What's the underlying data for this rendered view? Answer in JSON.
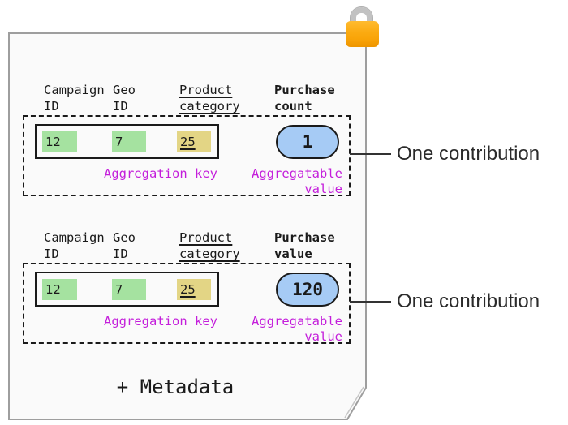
{
  "paper": {
    "fill": "#FAFAFA",
    "border_color": "#9E9E9E",
    "metadata_label": "+ Metadata"
  },
  "lock": {
    "body_color_top": "#FFBB30",
    "body_color_bottom": "#F89E00",
    "shackle_color": "#C2C2C2"
  },
  "colors": {
    "key_cell_green": "#A5E2A0",
    "key_cell_yellow": "#E3D585",
    "value_pill_blue": "#A6CBF5",
    "annotation_magenta": "#C41EDB",
    "outline_black": "#1A1A1A"
  },
  "sections": [
    {
      "headers": [
        {
          "label": "Campaign\nID"
        },
        {
          "label": "Geo\nID"
        },
        {
          "label": "Product\ncategory"
        },
        {
          "label": "Purchase\ncount"
        }
      ],
      "key_cells": [
        {
          "value": "12"
        },
        {
          "value": "7"
        },
        {
          "value": "25"
        }
      ],
      "pill_value": "1",
      "aggregation_key_label": "Aggregation key",
      "aggregatable_value_label": "Aggregatable\nvalue",
      "contribution_label": "One contribution"
    },
    {
      "headers": [
        {
          "label": "Campaign\nID"
        },
        {
          "label": "Geo\nID"
        },
        {
          "label": "Product\ncategory"
        },
        {
          "label": "Purchase\nvalue"
        }
      ],
      "key_cells": [
        {
          "value": "12"
        },
        {
          "value": "7"
        },
        {
          "value": "25"
        }
      ],
      "pill_value": "120",
      "aggregation_key_label": "Aggregation key",
      "aggregatable_value_label": "Aggregatable\nvalue",
      "contribution_label": "One contribution"
    }
  ]
}
